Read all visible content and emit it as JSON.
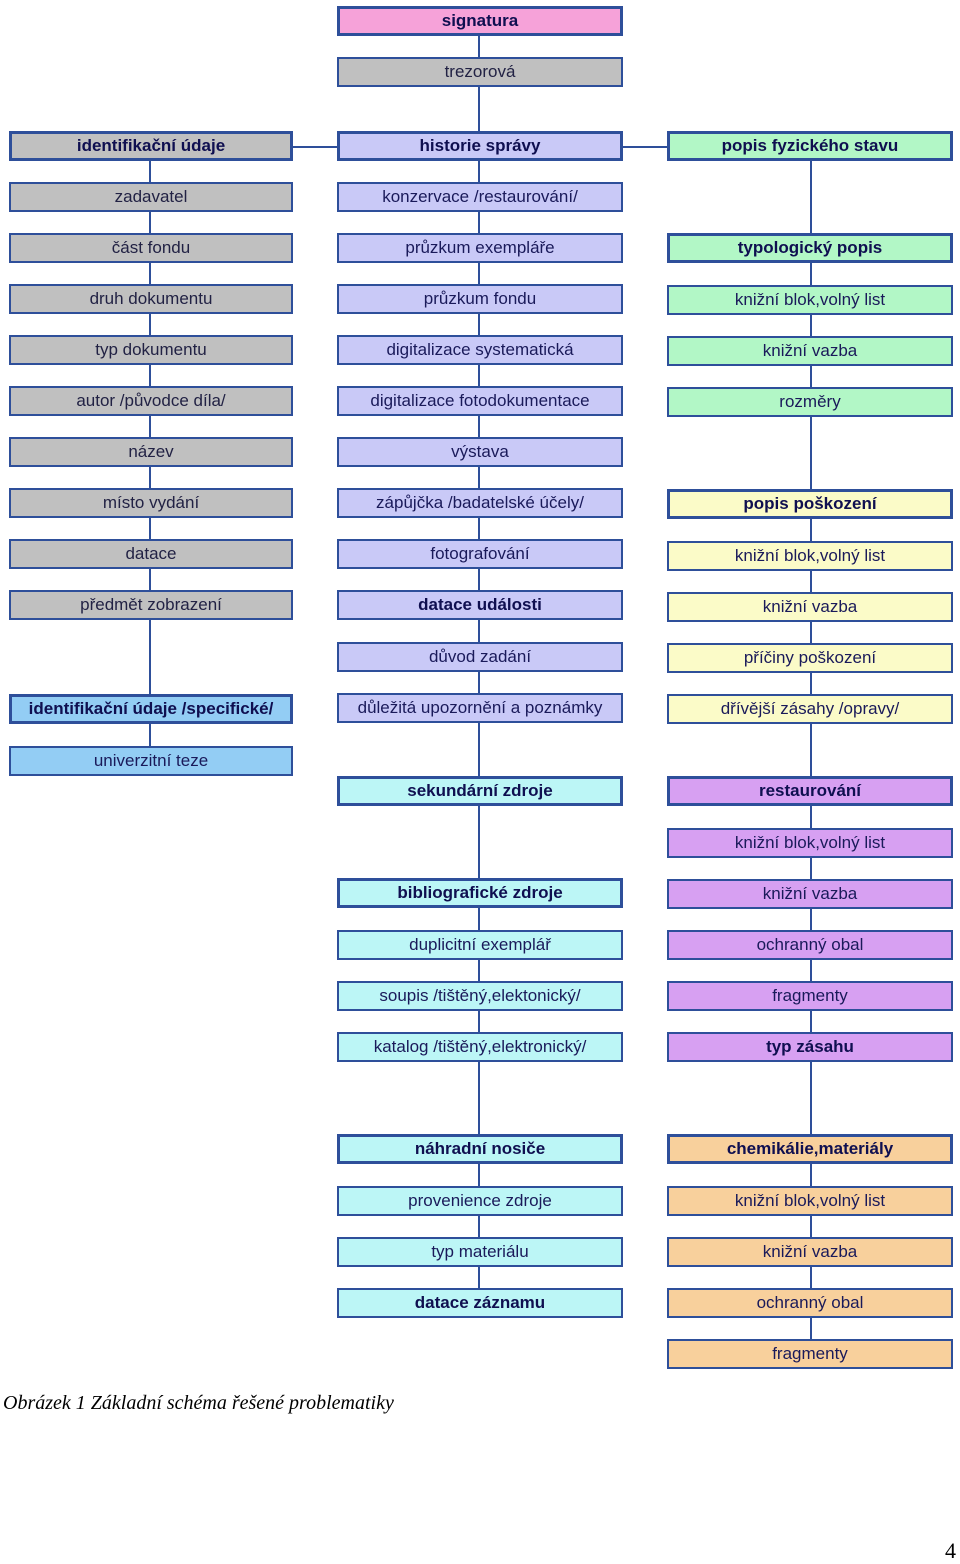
{
  "diagram": {
    "center": {
      "signatura": "signatura",
      "trezor": "trezorová",
      "historie": "historie správy",
      "items": [
        "konzervace  /restaurování/",
        "průzkum exempláře",
        "průzkum fondu",
        "digitalizace systematická",
        "digitalizace fotodokumentace",
        "výstava",
        "zápůjčka /badatelské účely/",
        "fotografování"
      ],
      "datace_udalosti": "datace události",
      "duvod": "důvod zadání",
      "upozorneni": "důležitá upozornění a poznámky",
      "sekundarni": "sekundární zdroje",
      "bibliograficke": "bibliografické zdroje",
      "biblio_items": [
        "duplicitní exemplář",
        "soupis /tištěný,elektonický/",
        "katalog /tištěný,elektronický/"
      ],
      "nahradni": "náhradní nosiče",
      "nahradni_items": [
        "provenience zdroje",
        "typ materiálu"
      ],
      "datace_zaznamu": "datace záznamu"
    },
    "left": {
      "head": "identifikační údaje",
      "items": [
        "zadavatel",
        "část fondu",
        "druh dokumentu",
        "typ dokumentu",
        "autor /původce díla/",
        "název",
        "místo vydání",
        "datace",
        "předmět zobrazení"
      ],
      "specific_head": "identifikační údaje /specifické/",
      "specific_items": [
        "univerzitní teze"
      ]
    },
    "right": {
      "head": "popis fyzického stavu",
      "typologicky": {
        "head": "typologický popis",
        "items": [
          "knižní blok,volný list",
          "knižní vazba",
          "rozměry"
        ]
      },
      "poskozeni": {
        "head": "popis poškození",
        "items": [
          "knižní blok,volný list",
          "knižní vazba",
          "příčiny poškození",
          "dřívější zásahy /opravy/"
        ]
      },
      "restaurovani": {
        "head": "restaurování",
        "items": [
          "knižní blok,volný list",
          "knižní vazba",
          "ochranný obal",
          "fragmenty"
        ],
        "tail": "typ zásahu"
      },
      "chemikalie": {
        "head": "chemikálie,materiály",
        "items": [
          "knižní blok,volný list",
          "knižní vazba",
          "ochranný obal",
          "fragmenty"
        ]
      }
    }
  },
  "caption": "Obrázek 1 Základní schéma řešené problematiky",
  "page_number": "4",
  "colors": {
    "gray": "#c0c0c0",
    "lavender": "#c9c9f7",
    "green": "#b2f7c6",
    "yellow": "#fbfbc8",
    "purple": "#d7a0f2",
    "cyan": "#bcf6f6",
    "orange": "#f8d09c",
    "blue": "#93cdf4",
    "magenta": "#f6a2d9",
    "border": "#2e4f9a"
  }
}
